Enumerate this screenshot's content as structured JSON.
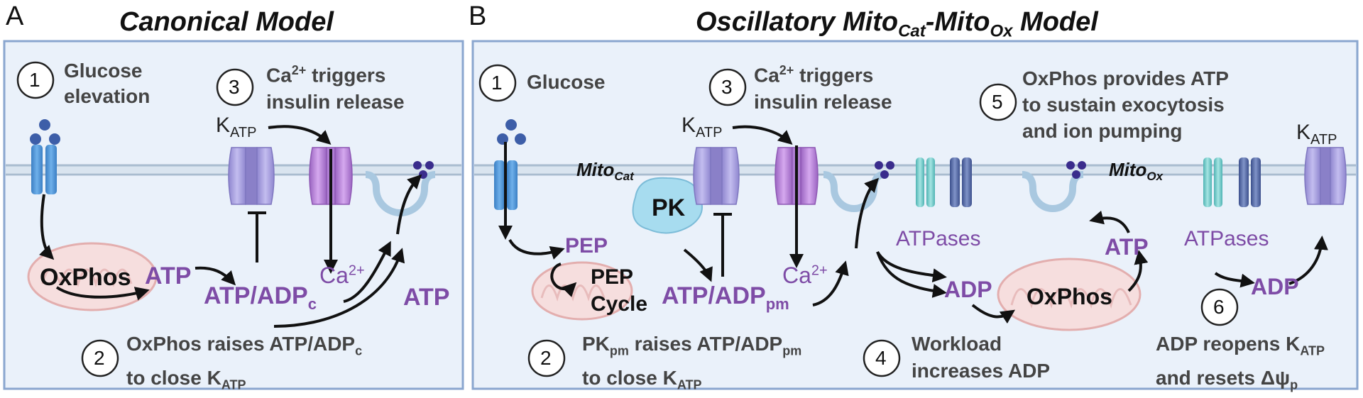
{
  "panelA": {
    "letter": "A",
    "title": "Canonical Model",
    "step1": {
      "num": "1",
      "line1": "Glucose",
      "line2": "elevation"
    },
    "step2": {
      "num": "2",
      "line1a": "OxPhos raises ATP/ADP",
      "line1sub": "c",
      "line2a": "to close K",
      "line2sub": "ATP"
    },
    "step3": {
      "num": "3",
      "line1a": "Ca",
      "line1sup": "2+",
      "line1b": " triggers",
      "line2": "insulin release"
    },
    "katp_k": "K",
    "katp_sub": "ATP",
    "oxphos": "OxPhos",
    "atp": "ATP",
    "atpadp": "ATP/ADP",
    "atpadp_sub": "c",
    "ca": "Ca",
    "ca_sup": "2+",
    "atp2": "ATP"
  },
  "panelB": {
    "letter": "B",
    "title_a": "Oscillatory Mito",
    "title_sub1": "Cat",
    "title_b": "-Mito",
    "title_sub2": "Ox",
    "title_c": " Model",
    "step1": {
      "num": "1",
      "text": "Glucose"
    },
    "step2": {
      "num": "2",
      "line1a": "PK",
      "line1sub": "pm",
      "line1b": " raises ATP/ADP",
      "line1sub2": "pm",
      "line2a": "to close K",
      "line2sub": "ATP"
    },
    "step3": {
      "num": "3",
      "line1a": "Ca",
      "line1sup": "2+",
      "line1b": " triggers",
      "line2": "insulin release"
    },
    "step4": {
      "num": "4",
      "line1": "Workload",
      "line2": "increases ADP"
    },
    "step5": {
      "num": "5",
      "line1": "OxPhos provides ATP",
      "line2": "to sustain exocytosis",
      "line3": "and ion pumping"
    },
    "step6": {
      "num": "6",
      "line1a": "ADP reopens K",
      "line1sub": "ATP",
      "line2a": "and resets Δψ",
      "line2sub": "p"
    },
    "mitocat": "Mito",
    "mitocat_sub": "Cat",
    "mitoox": "Mito",
    "mitoox_sub": "Ox",
    "katp_k": "K",
    "katp_sub": "ATP",
    "katp2_k": "K",
    "katp2_sub": "ATP",
    "pk": "PK",
    "pep": "PEP",
    "pep_cycle1": "PEP",
    "pep_cycle2": "Cycle",
    "atpadp": "ATP/ADP",
    "atpadp_sub": "pm",
    "ca": "Ca",
    "ca_sup": "2+",
    "atpases1": "ATPases",
    "atpases2": "ATPases",
    "adp1": "ADP",
    "adp2": "ADP",
    "oxphos": "OxPhos",
    "atp": "ATP"
  }
}
